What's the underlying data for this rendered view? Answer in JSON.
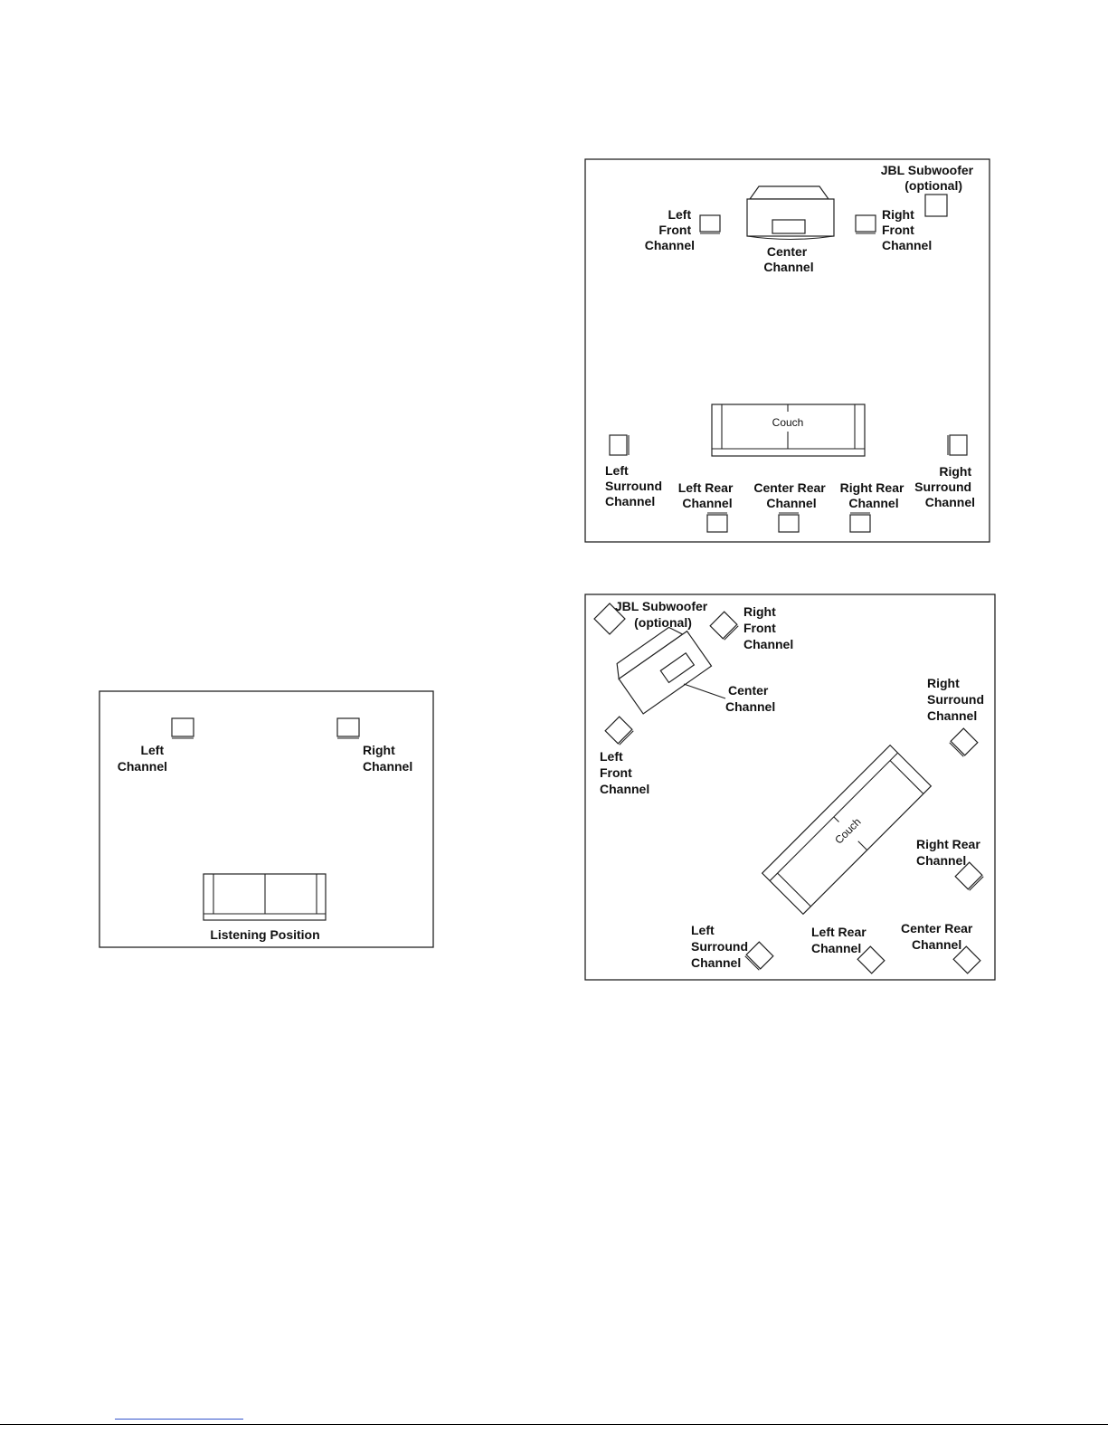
{
  "stereo": {
    "left": [
      "Left",
      "Channel"
    ],
    "right": [
      "Right",
      "Channel"
    ],
    "listening": "Listening Position"
  },
  "top": {
    "sub": [
      "JBL Subwoofer",
      "(optional)"
    ],
    "left_front": [
      "Left",
      "Front",
      "Channel"
    ],
    "center": [
      "Center",
      "Channel"
    ],
    "right_front": [
      "Right",
      "Front",
      "Channel"
    ],
    "couch": "Couch",
    "left_surround": [
      "Left",
      "Surround",
      "Channel"
    ],
    "right_surround": [
      "Right",
      "Surround",
      "Channel"
    ],
    "left_rear": [
      "Left Rear",
      "Channel"
    ],
    "center_rear": [
      "Center Rear",
      "Channel"
    ],
    "right_rear": [
      "Right Rear",
      "Channel"
    ]
  },
  "diag": {
    "sub": [
      "JBL Subwoofer",
      "(optional)"
    ],
    "right_front": [
      "Right",
      "Front",
      "Channel"
    ],
    "center": [
      "Center",
      "Channel"
    ],
    "left_front": [
      "Left",
      "Front",
      "Channel"
    ],
    "right_surround": [
      "Right",
      "Surround",
      "Channel"
    ],
    "couch": "Couch",
    "right_rear": [
      "Right Rear",
      "Channel"
    ],
    "left_surround": [
      "Left",
      "Surround",
      "Channel"
    ],
    "left_rear": [
      "Left Rear",
      "Channel"
    ],
    "center_rear": [
      "Center Rear",
      "Channel"
    ]
  }
}
